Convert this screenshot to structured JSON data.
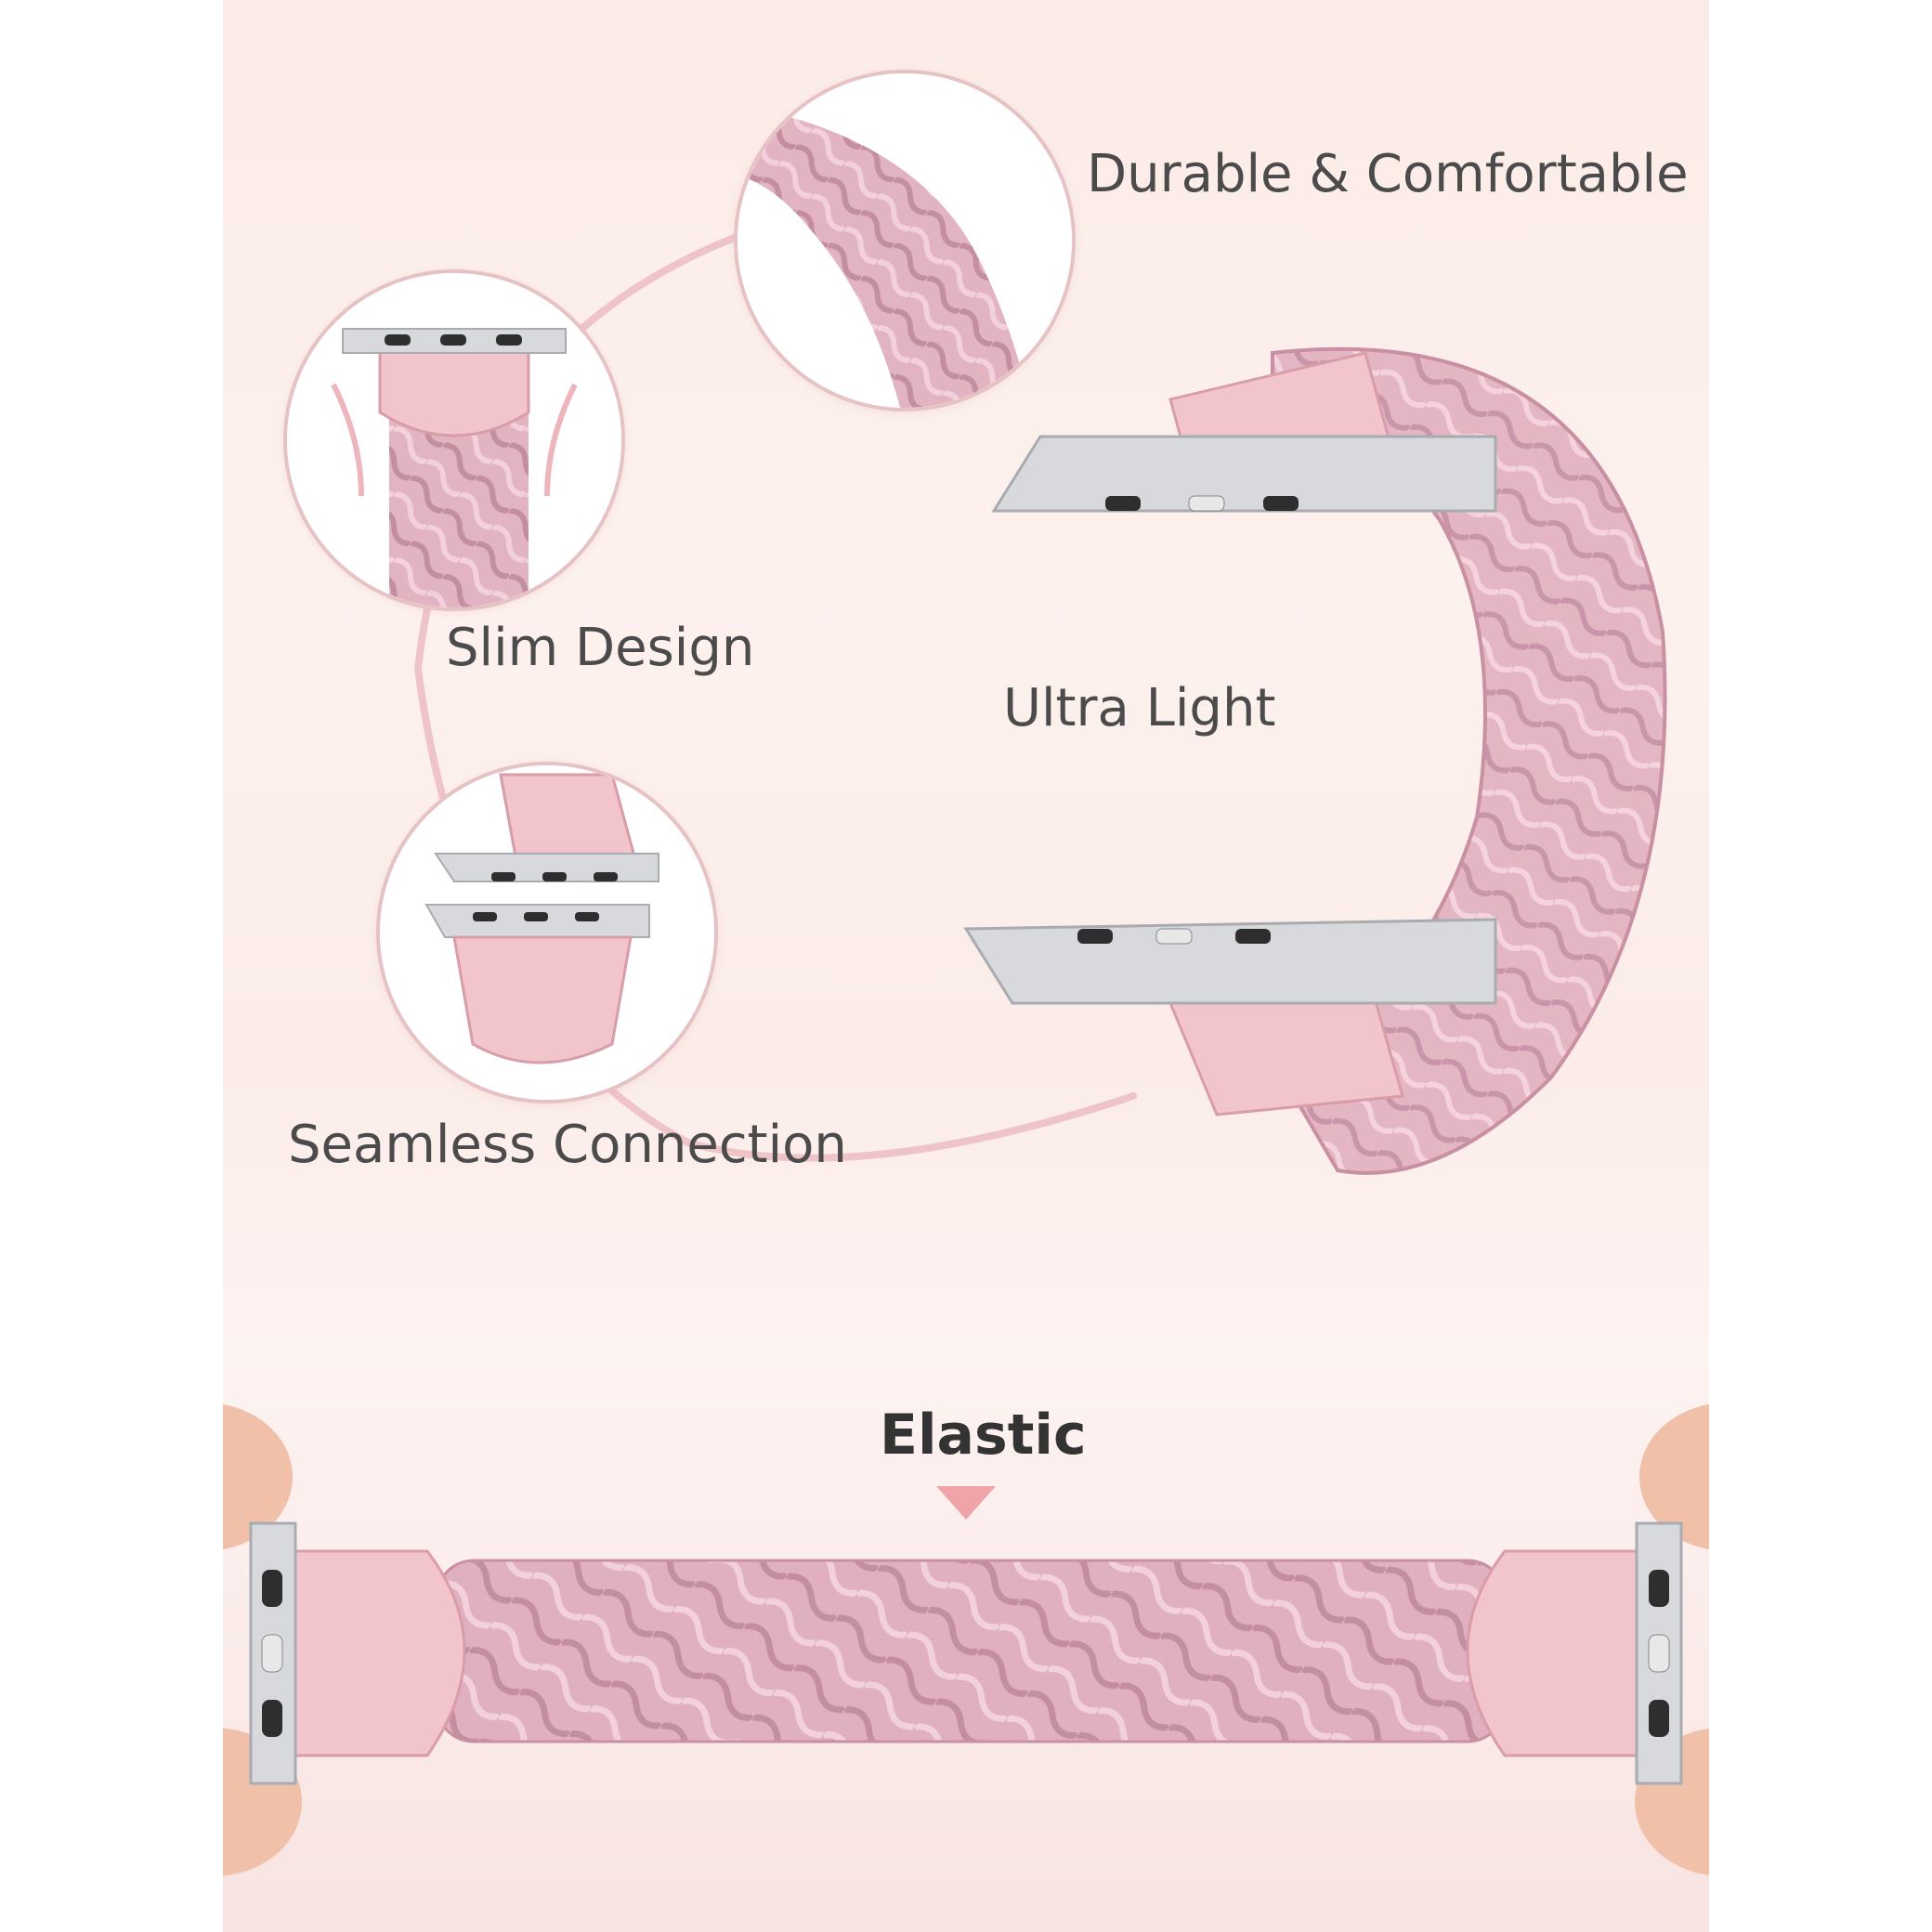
{
  "features": {
    "durable": "Durable & Comfortable",
    "slim": "Slim Design",
    "ultra_light": "Ultra Light",
    "seamless": "Seamless Connection",
    "elastic": "Elastic"
  },
  "colors": {
    "band_pink": "#e4b6c4",
    "leather_pink": "#f2c5cc",
    "metal": "#d7d9dc",
    "accent_arrow": "#f0a3a8",
    "text": "#4b4b4b"
  }
}
